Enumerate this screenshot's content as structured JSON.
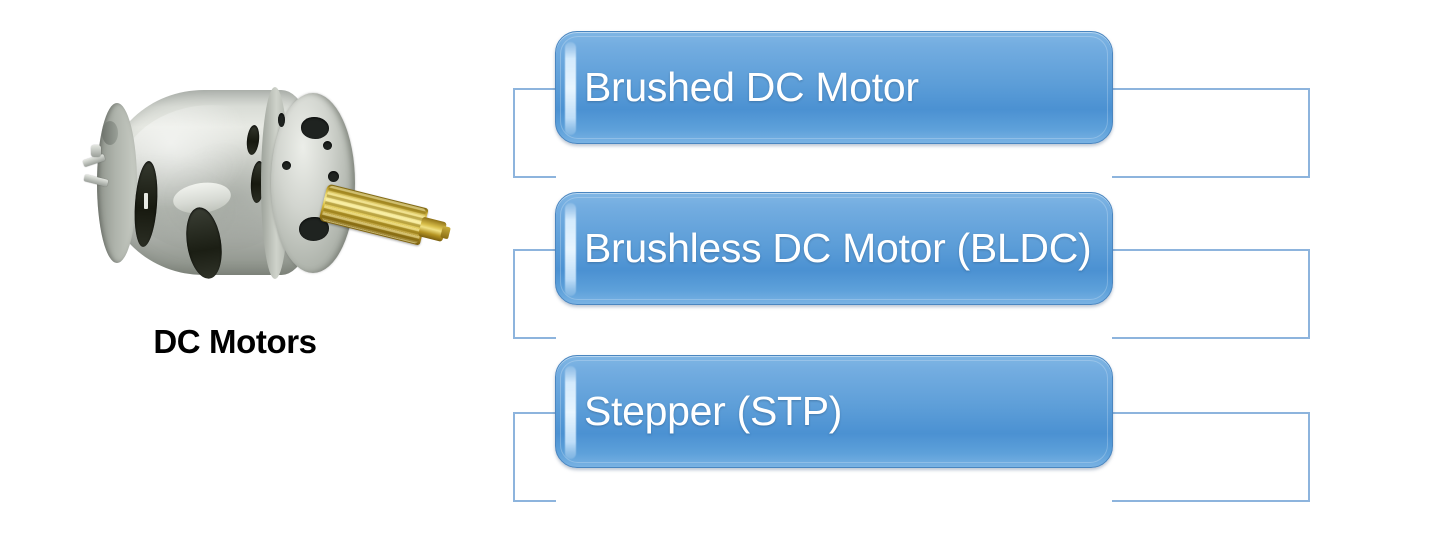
{
  "diagram": {
    "title_label": "DC Motors",
    "root": {
      "caption": "DC Motors",
      "image_alt": "dc-motor-photo"
    },
    "branches": [
      {
        "label": "Brushed DC Motor"
      },
      {
        "label": "Brushless DC Motor (BLDC)"
      },
      {
        "label": "Stepper (STP)"
      }
    ],
    "colors": {
      "node_fill_top": "#7fb6e4",
      "node_fill_bottom": "#4b91d2",
      "node_border": "#4a86c0",
      "connector_line": "#8db4dd",
      "node_text": "#ffffff",
      "caption_text": "#000000",
      "background": "#ffffff"
    }
  }
}
